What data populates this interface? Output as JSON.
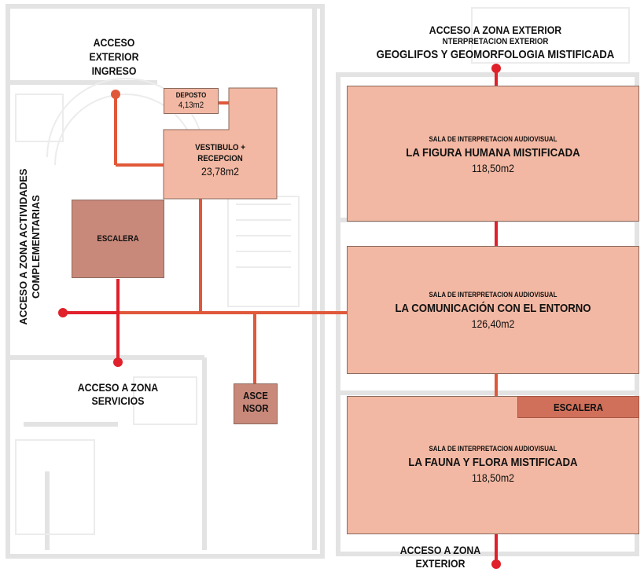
{
  "access_labels": {
    "top_left_line1": "ACCESO",
    "top_left_line2": "EXTERIOR",
    "top_left_line3": "INGRESO",
    "top_center_line1": "ACCESO A ZONA EXTERIOR",
    "top_center_line2": "NTERPRETACION EXTERIOR",
    "top_center_line3": "GEOGLIFOS Y GEOMORFOLOGIA MISTIFICADA",
    "left_vertical_line1": "ACCESO A ZONA ACTIVIDADES",
    "left_vertical_line2": "COMPLEMENTARIAS",
    "bottom_left_line1": "ACCESO A ZONA",
    "bottom_left_line2": "SERVICIOS",
    "bottom_right_line1": "ACCESO A ZONA",
    "bottom_right_line2": "EXTERIOR"
  },
  "rooms": {
    "deposito": {
      "name": "DEPOSTO",
      "area": "4,13m2"
    },
    "vestibulo": {
      "name_line1": "VESTIBULO +",
      "name_line2": "RECEPCION",
      "area": "23,78m2"
    },
    "escalera_left": {
      "name": "ESCALERA"
    },
    "ascensor": {
      "name_line1": "ASCE",
      "name_line2": "NSOR"
    },
    "escalera_right": {
      "name": "ESCALERA"
    },
    "sala1": {
      "type": "SALA DE INTERPRETACION AUDIOVISUAL",
      "title": "LA FIGURA HUMANA MISTIFICADA",
      "area": "118,50m2"
    },
    "sala2": {
      "type": "SALA DE INTERPRETACION AUDIOVISUAL",
      "title": "LA COMUNICACIÓN CON EL ENTORNO",
      "area": "126,40m2"
    },
    "sala3": {
      "type": "SALA DE INTERPRETACION AUDIOVISUAL",
      "title": "LA FAUNA Y FLORA MISTIFICADA",
      "area": "118,50m2"
    }
  },
  "colors": {
    "room_fill": "#f3b8a3",
    "stair_fill": "#c9897a",
    "stair_right_fill": "#d0705a",
    "connector_red": "#e0202a",
    "connector_orange": "#e0583a"
  }
}
